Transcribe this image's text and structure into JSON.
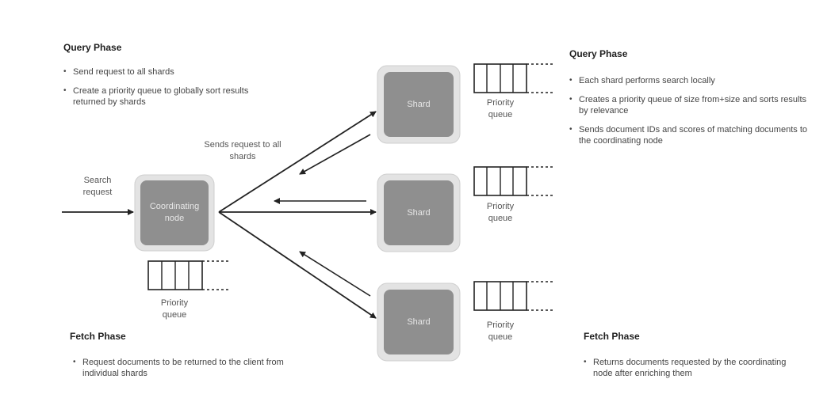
{
  "left": {
    "query_heading": "Query Phase",
    "query_bullets": [
      "Send request to all shards",
      "Create a priority queue to globally sort results returned by shards"
    ],
    "fetch_heading": "Fetch Phase",
    "fetch_bullets": [
      "Request documents to be returned to the client from individual shards"
    ]
  },
  "right": {
    "query_heading": "Query Phase",
    "query_bullets": [
      "Each shard performs search locally",
      "Creates a priority queue of size from+size and sorts results by relevance",
      "Sends document IDs and scores of matching documents to the coordinating node"
    ],
    "fetch_heading": "Fetch Phase",
    "fetch_bullets": [
      "Returns documents requested by the coordinating node after enriching them"
    ]
  },
  "labels": {
    "search_request": "Search request",
    "sends_request": "Sends request to all shards",
    "coordinating_node": "Coordinating node",
    "shard": "Shard",
    "priority_queue": "Priority queue"
  },
  "colors": {
    "node_fill": "#8f8f8f",
    "node_outer": "#d9d9d9",
    "line": "#222222"
  }
}
